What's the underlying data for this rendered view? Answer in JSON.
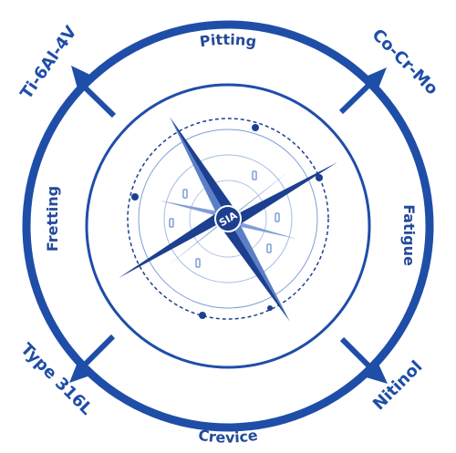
{
  "colors": {
    "ring_blue": "#1f4ea8",
    "text_blue": "#244a9a",
    "compass_dark": "#1d3f8f",
    "compass_light": "#7f9fd6"
  },
  "ring_labels": {
    "top": "Pitting",
    "bottom": "Crevice",
    "left": "Fretting",
    "right": "Fatigue"
  },
  "corner_labels": {
    "top_left": "Ti-6Al-4V",
    "top_right": "Co-Cr-Mo",
    "bottom_left": "Type 316L",
    "bottom_right": "Nitinol"
  },
  "center": {
    "label": "SIA",
    "icon": "compass-rose-icon"
  }
}
